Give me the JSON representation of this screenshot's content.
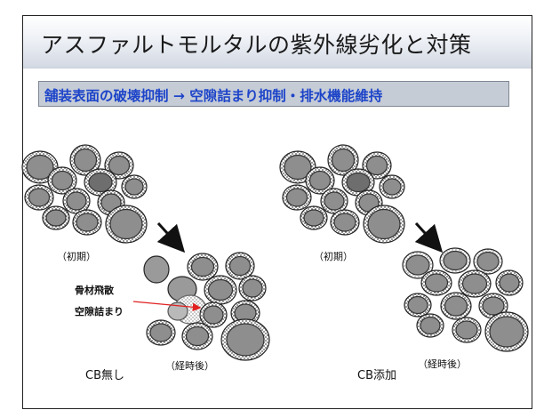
{
  "slide": {
    "title": "アスファルトモルタルの紫外線劣化と対策",
    "subtitle": "舗装表面の破壊抑制 → 空隙詰まり抑制・排水機能維持"
  },
  "diagram": {
    "left_panel": {
      "initial_label": "（初期）",
      "aggregate_scatter_label": "骨材飛散",
      "void_clog_label": "空隙詰まり",
      "aged_label": "（経時後）",
      "caption": "CB無し"
    },
    "right_panel": {
      "initial_label": "（初期）",
      "aged_label": "（経時後）",
      "caption": "CB添加"
    },
    "colors": {
      "aggregate_fill": "#8e8e8e",
      "arrow": "#111111",
      "pointer_arrow": "#e02020",
      "subtitle_text": "#1d44c9"
    }
  }
}
